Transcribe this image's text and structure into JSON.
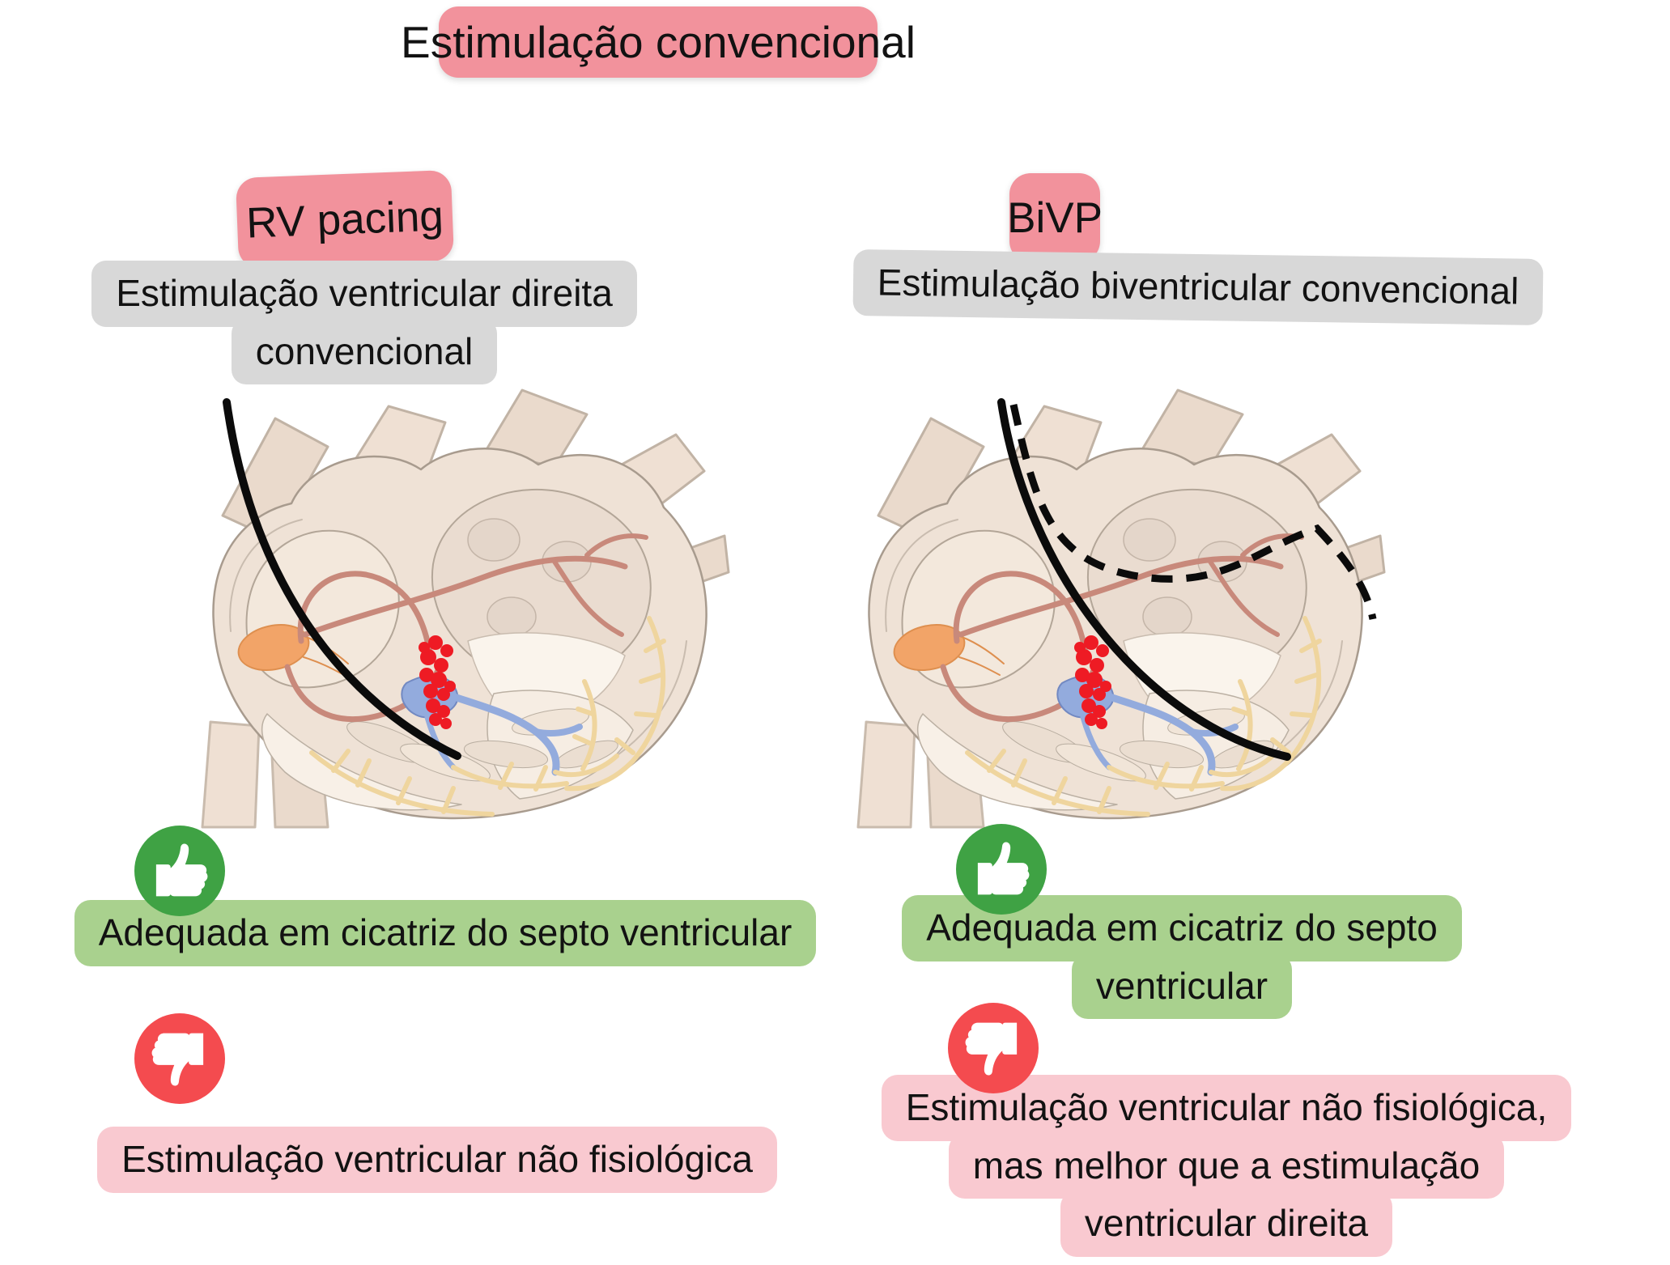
{
  "title": "Estimulação convencional",
  "columns": [
    {
      "tag": "RV pacing",
      "subtitle_lines": [
        "Estimulação ventricular direita",
        "convencional"
      ],
      "pro_lines": [
        "Adequada em cicatriz do septo ventricular"
      ],
      "con_lines": [
        "Estimulação ventricular não fisiológica"
      ],
      "leads": [
        "rv-apex-solid-lead"
      ]
    },
    {
      "tag": "BiVP",
      "subtitle_lines": [
        "Estimulação biventricular convencional"
      ],
      "pro_lines": [
        "Adequada em cicatriz do septo",
        "ventricular"
      ],
      "con_lines": [
        "Estimulação ventricular não fisiológica,",
        "mas melhor que a estimulação",
        "ventricular direita"
      ],
      "leads": [
        "rv-apex-solid-lead",
        "lv-epicardial-dashed-lead"
      ]
    }
  ],
  "icons": {
    "pro": "thumbs-up-icon",
    "con": "thumbs-down-icon"
  },
  "colors": {
    "tag_pink": "#F2929C",
    "info_gray": "#D8D8D8",
    "pro_green": "#A9D18E",
    "con_pink": "#F9C9D0",
    "thumb_up_green": "#3FA244",
    "thumb_down_red": "#F44B4F",
    "lead_black": "#0B0B0B",
    "scar_red": "#EE1B24",
    "heart_tissue": "#EFE2D6",
    "his_bundle_blue": "#93ABDD",
    "purkinje_yellow": "#EFD59E",
    "sa_node_orange": "#F2A468"
  }
}
